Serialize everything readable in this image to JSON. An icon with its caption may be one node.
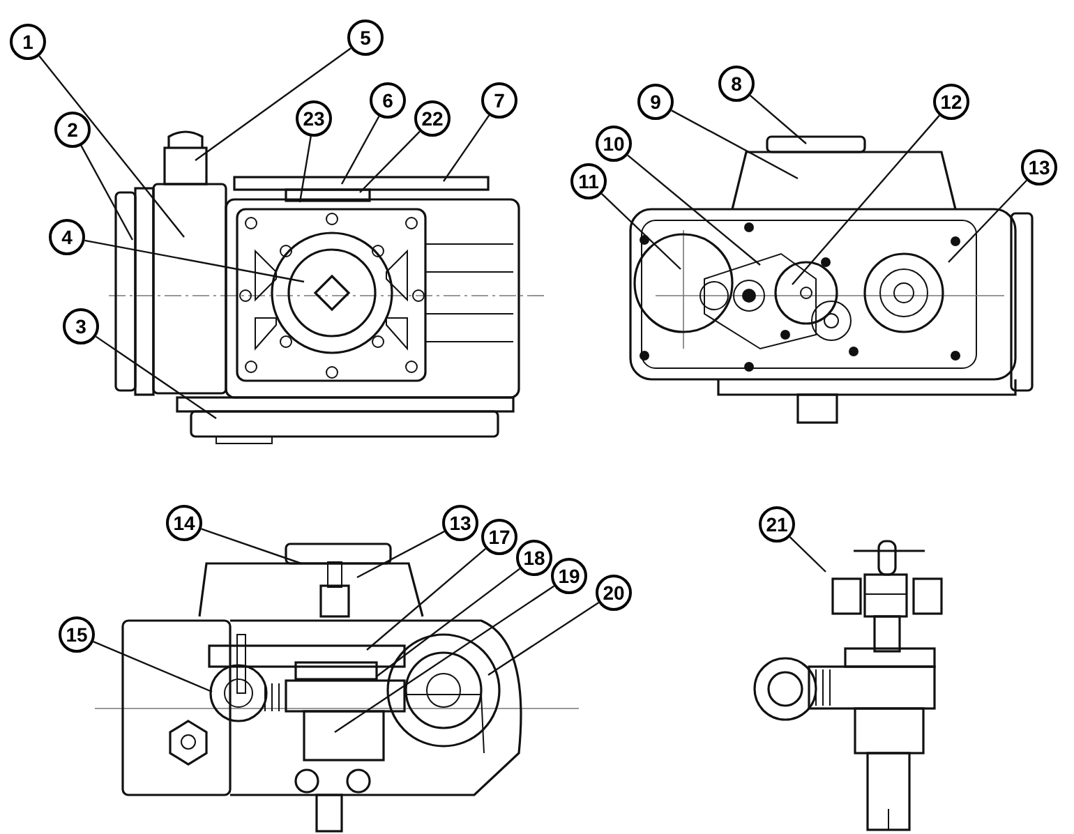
{
  "diagram": {
    "nodes": [
      {
        "text": [
          "1"
        ]
      },
      {
        "text": [
          "2"
        ]
      },
      {
        "text": [
          "5"
        ]
      },
      {
        "text": [
          "23"
        ]
      },
      {
        "text": [
          "6"
        ]
      },
      {
        "text": [
          "22"
        ]
      },
      {
        "text": [
          "7"
        ]
      },
      {
        "text": [
          "4"
        ]
      },
      {
        "text": [
          "3"
        ]
      },
      {
        "text": [
          "8"
        ]
      },
      {
        "text": [
          "9"
        ]
      },
      {
        "text": [
          "12"
        ]
      },
      {
        "text": [
          "10"
        ]
      },
      {
        "text": [
          "11"
        ]
      },
      {
        "text": [
          "13"
        ]
      },
      {
        "text": [
          "14"
        ]
      },
      {
        "text": [
          "13"
        ]
      },
      {
        "text": [
          "17"
        ]
      },
      {
        "text": [
          "18"
        ]
      },
      {
        "text": [
          "19"
        ]
      },
      {
        "text": [
          "20"
        ]
      },
      {
        "text": [
          "15"
        ]
      },
      {
        "text": [
          "21"
        ]
      }
    ],
    "edges": [
      {
        "from": 0,
        "to": null,
        "arrow": "none"
      },
      {
        "from": 1,
        "to": null,
        "arrow": "none"
      },
      {
        "from": 2,
        "to": null,
        "arrow": "none"
      },
      {
        "from": 3,
        "to": null,
        "arrow": "none"
      },
      {
        "from": 4,
        "to": null,
        "arrow": "none"
      },
      {
        "from": 5,
        "to": null,
        "arrow": "none"
      },
      {
        "from": 6,
        "to": null,
        "arrow": "none"
      },
      {
        "from": 7,
        "to": null,
        "arrow": "none"
      },
      {
        "from": 8,
        "to": null,
        "arrow": "none"
      },
      {
        "from": 9,
        "to": null,
        "arrow": "none"
      },
      {
        "from": 10,
        "to": null,
        "arrow": "none"
      },
      {
        "from": 11,
        "to": null,
        "arrow": "none"
      },
      {
        "from": 12,
        "to": null,
        "arrow": "none"
      },
      {
        "from": 13,
        "to": null,
        "arrow": "none"
      },
      {
        "from": 14,
        "to": null,
        "arrow": "none"
      },
      {
        "from": 15,
        "to": null,
        "arrow": "none"
      },
      {
        "from": 16,
        "to": null,
        "arrow": "none"
      },
      {
        "from": 17,
        "to": null,
        "arrow": "none"
      },
      {
        "from": 18,
        "to": null,
        "arrow": "none"
      },
      {
        "from": 19,
        "to": null,
        "arrow": "none"
      },
      {
        "from": 20,
        "to": null,
        "arrow": "none"
      },
      {
        "from": 21,
        "to": null,
        "arrow": "none"
      },
      {
        "from": 22,
        "to": null,
        "arrow": "none"
      }
    ]
  }
}
